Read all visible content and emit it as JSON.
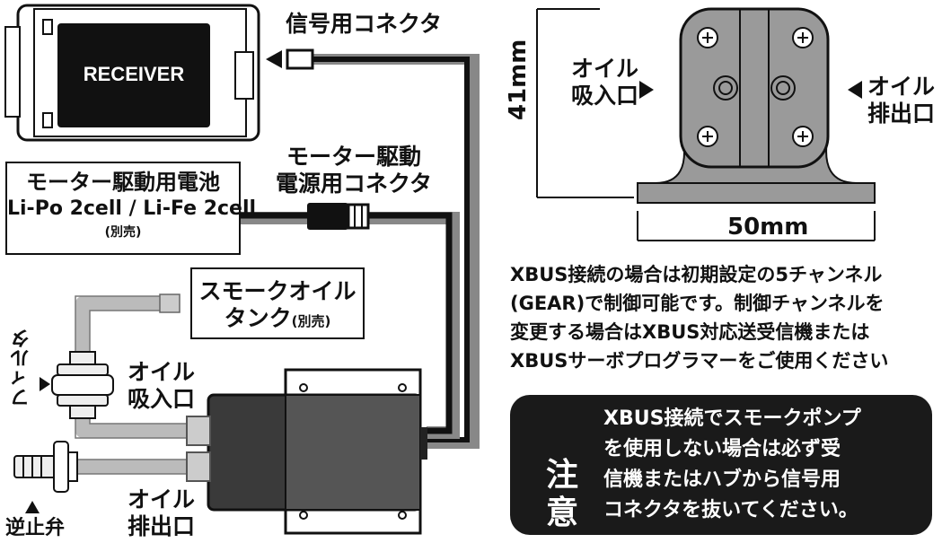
{
  "receiver": {
    "label": "RECEIVER"
  },
  "signal_connector": {
    "label": "信号用コネクタ"
  },
  "battery": {
    "line1": "モーター駆動用電池",
    "line2": "Li-Po 2cell / Li-Fe 2cell",
    "line3": "(別売)"
  },
  "power_connector": {
    "line1": "モーター駆動",
    "line2": "電源用コネクタ"
  },
  "tank": {
    "line1": "スモークオイル",
    "line2_main": "タンク",
    "line2_sub": "(別売)"
  },
  "filter": {
    "label": "フィルタ"
  },
  "pump_inlet": {
    "line1": "オイル",
    "line2": "吸入口"
  },
  "pump_outlet": {
    "line1": "オイル",
    "line2": "排出口"
  },
  "check_valve": {
    "label": "逆止弁"
  },
  "dims": {
    "height": "41mm",
    "width": "50mm"
  },
  "top_view_inlet": {
    "line1": "オイル",
    "line2": "吸入口"
  },
  "top_view_outlet": {
    "line1": "オイル",
    "line2": "排出口"
  },
  "info": {
    "line1": "XBUS接続の場合は初期設定の5チャンネル",
    "line2": "(GEAR)で制御可能です。制御チャンネルを",
    "line3": "変更する場合はXBUS対応送受信機または",
    "line4": "XBUSサーボプログラマーをご使用ください"
  },
  "caution": {
    "char1": "注",
    "char2": "意",
    "line1": "XBUS接続でスモークポンプ",
    "line2": "を使用しない場合は必ず受",
    "line3": "信機またはハブから信号用",
    "line4": "コネクタを抜いてください。"
  }
}
